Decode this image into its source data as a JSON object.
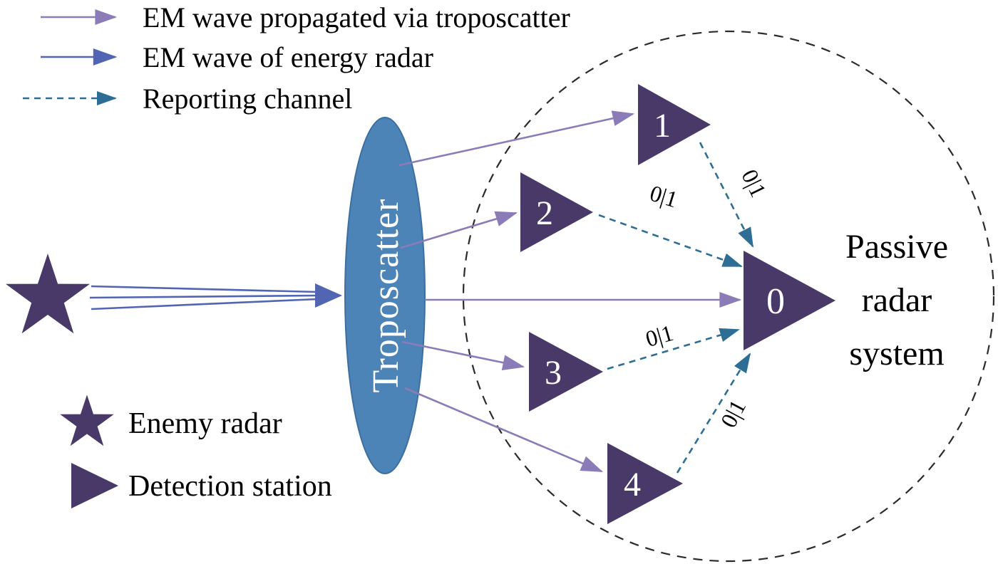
{
  "legend": {
    "items": [
      {
        "id": "troposcatter-wave",
        "label": "EM wave propagated via troposcatter"
      },
      {
        "id": "energy-radar-wave",
        "label": "EM wave of energy radar"
      },
      {
        "id": "reporting-channel",
        "label": "Reporting channel"
      }
    ]
  },
  "symbols": {
    "enemy_radar": {
      "label": "Enemy radar"
    },
    "detection_station": {
      "label": "Detection station"
    }
  },
  "diagram": {
    "troposcatter_label": "Troposcatter",
    "passive_radar_system": {
      "lines": [
        "Passive",
        "radar",
        "system"
      ]
    },
    "stations": {
      "s0": "0",
      "s1": "1",
      "s2": "2",
      "s3": "3",
      "s4": "4"
    },
    "reporting_labels": {
      "s1_to_s0": "0|1",
      "s2_to_s0": "0|1",
      "s3_to_s0": "0|1",
      "s4_to_s0": "0|1"
    }
  },
  "colors": {
    "station_fill": "#483968",
    "troposcatter_wave": "#8b7cb8",
    "energy_radar_wave": "#5265b2",
    "reporting_channel": "#2e6e95",
    "troposcatter_ellipse": "#4d84b8",
    "text": "#000000"
  }
}
